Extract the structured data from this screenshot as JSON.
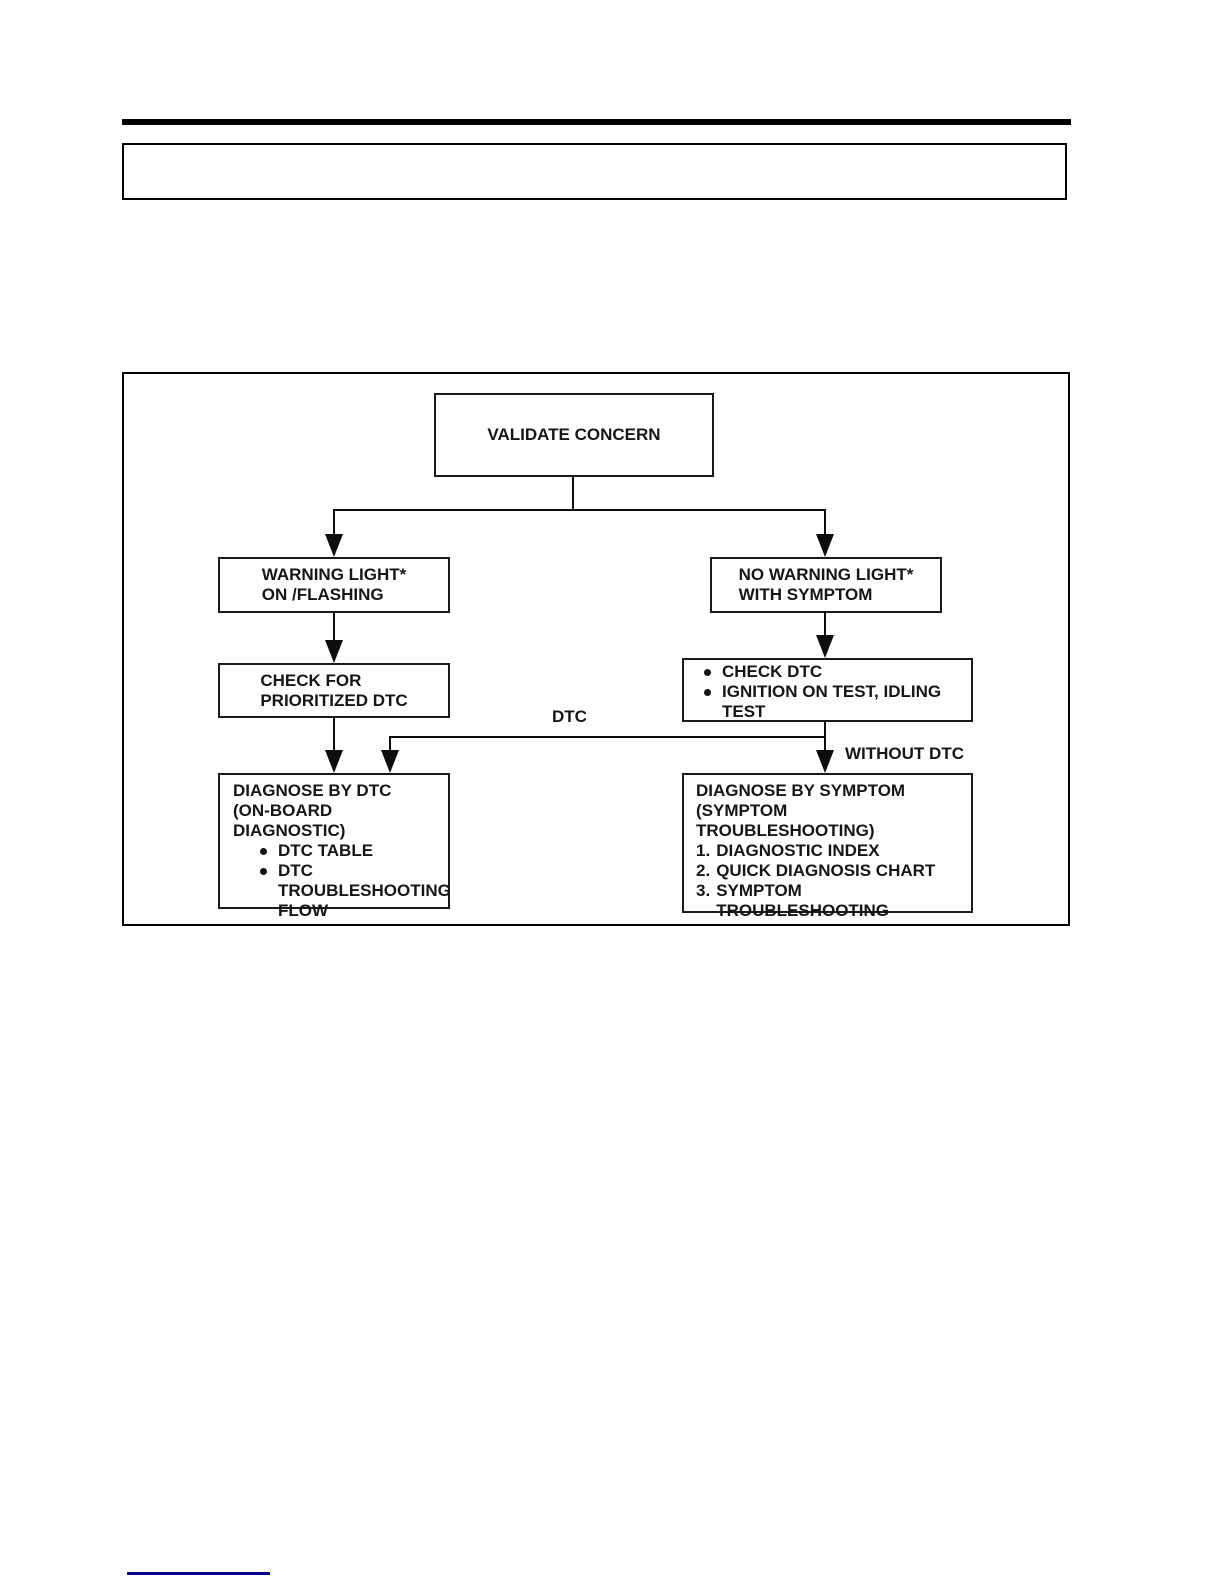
{
  "title_box": {
    "text": ""
  },
  "flowchart": {
    "nodes": {
      "validate": {
        "label": "VALIDATE CONCERN"
      },
      "warning_light": {
        "label": "WARNING LIGHT*\nON /FLASHING"
      },
      "no_warning_light": {
        "label": "NO WARNING LIGHT*\nWITH SYMPTOM"
      },
      "check_prioritized": {
        "label": "CHECK FOR\nPRIORITIZED DTC"
      },
      "check_dtc": {
        "bullets": [
          {
            "text": "CHECK DTC"
          },
          {
            "text": "IGNITION ON TEST, IDLING\nTEST"
          }
        ]
      },
      "diagnose_by_dtc": {
        "title": "DIAGNOSE BY DTC\n(ON-BOARD DIAGNOSTIC)",
        "bullets": [
          {
            "text": "DTC TABLE"
          },
          {
            "text": "DTC\nTROUBLESHOOTING\nFLOW"
          }
        ]
      },
      "diagnose_by_symptom": {
        "title": "DIAGNOSE BY SYMPTOM\n(SYMPTOM TROUBLESHOOTING)",
        "items": [
          {
            "num": "1.",
            "text": "DIAGNOSTIC INDEX"
          },
          {
            "num": "2.",
            "text": "QUICK DIAGNOSIS CHART"
          },
          {
            "num": "3.",
            "text": "SYMPTOM\nTROUBLESHOOTING"
          }
        ]
      }
    },
    "edge_labels": {
      "dtc": "DTC",
      "without_dtc": "WITHOUT DTC"
    }
  },
  "colors": {
    "ink": "#0d0d0d",
    "footer_link_rule": "#00008b"
  }
}
